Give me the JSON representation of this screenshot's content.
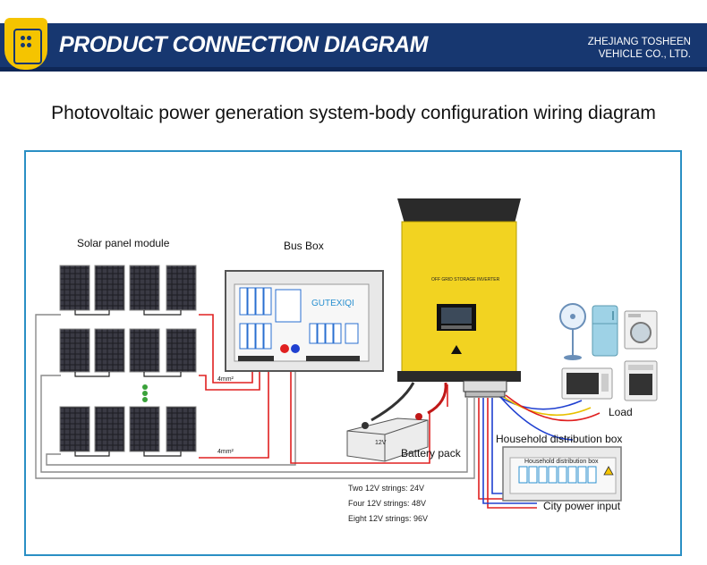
{
  "header": {
    "title": "PRODUCT CONNECTION DIAGRAM",
    "company_line1": "ZHEJIANG TOSHEEN",
    "company_line2": "VEHICLE CO., LTD."
  },
  "subtitle": "Photovoltaic power generation system-body configuration wiring diagram",
  "labels": {
    "solar": "Solar panel module",
    "busbox": "Bus Box",
    "load": "Load",
    "battery": "Battery pack",
    "household": "Household distribution box",
    "household_small": "Household distribution box",
    "city": "City power input",
    "wire_top": "4mm²",
    "wire_bottom": "4mm²",
    "battery_voltage": "12V",
    "inverter_label": "OFF GRID STORAGE INVERTER",
    "busbox_brand": "GUTEXIQI"
  },
  "strings_notes": [
    "Two 12V strings: 24V",
    "Four 12V strings: 48V",
    "Eight 12V strings: 96V"
  ],
  "colors": {
    "banner": "#173770",
    "badge": "#f5c400",
    "frame": "#2a8fc4",
    "inverter": "#f2d321",
    "wire_red": "#e02020",
    "wire_blue": "#2040d0",
    "wire_gray": "#8a8a8a"
  },
  "icons": [
    "shield-badge-icon",
    "fan-icon",
    "refrigerator-icon",
    "washing-machine-icon",
    "microwave-icon",
    "oven-icon"
  ]
}
